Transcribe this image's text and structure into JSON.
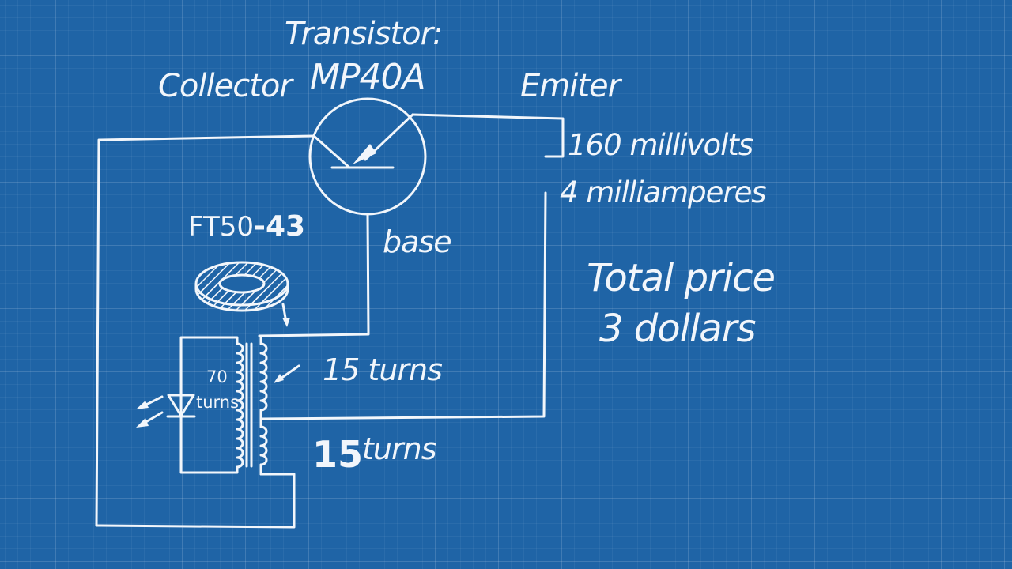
{
  "transistor": {
    "label": "Transistor:",
    "model": "MP40A"
  },
  "pins": {
    "collector": "Collector",
    "emitter": "Emiter",
    "base": "base"
  },
  "measurements": {
    "voltage": "160 millivolts",
    "current": "4 milliamperes"
  },
  "core": {
    "name_prefix": "FT50",
    "name_suffix": "-43"
  },
  "windings": {
    "led_number": "70",
    "led_unit": "turns",
    "base_winding": "15 turns",
    "collector_number": "15",
    "collector_unit": "turns"
  },
  "price": {
    "line1": "Total price",
    "line2": "3 dollars"
  },
  "colors": {
    "background": "#1f64a6",
    "ink": "#f2f6fb"
  }
}
